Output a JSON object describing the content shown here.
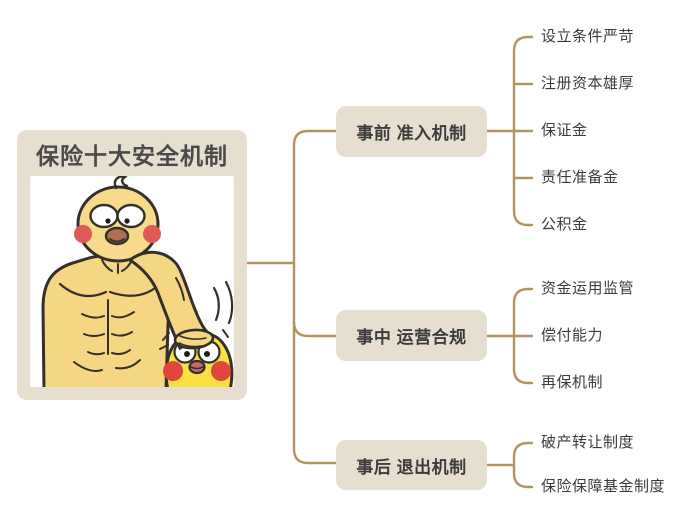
{
  "colors": {
    "connector": "#b2955e",
    "card_bg": "#e6decf",
    "node_bg": "#e6decf",
    "title_text": "#4a4a4a",
    "node_text": "#3c3c3c"
  },
  "root": {
    "title": "保险十大安全机制"
  },
  "mascot": {
    "icon": "muscular-chick-patting-small-chick"
  },
  "branches": [
    {
      "label": "事前 准入机制",
      "leaves": [
        "设立条件严苛",
        "注册资本雄厚",
        "保证金",
        "责任准备金",
        "公积金"
      ]
    },
    {
      "label": "事中 运营合规",
      "leaves": [
        "资金运用监管",
        "偿付能力",
        "再保机制"
      ]
    },
    {
      "label": "事后 退出机制",
      "leaves": [
        "破产转让制度",
        "保险保障基金制度"
      ]
    }
  ]
}
